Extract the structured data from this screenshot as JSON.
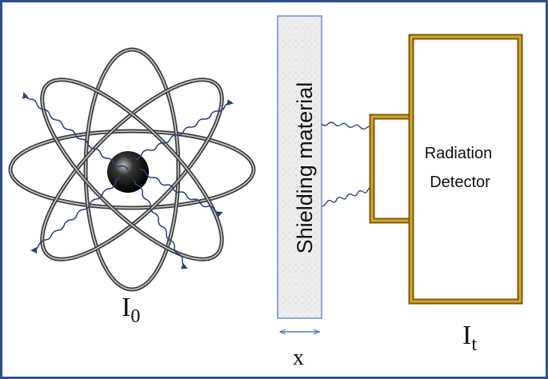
{
  "source": {
    "label": "I",
    "subscript": "0"
  },
  "shield": {
    "label": "Shielding material",
    "thickness_label": "x"
  },
  "detector": {
    "line1": "Radiation",
    "line2": "Detector"
  },
  "transmitted": {
    "label": "I",
    "subscript": "t"
  },
  "colors": {
    "frame": "#2f4f8f",
    "wave": "#2b3f7a",
    "gold": "#b8860b",
    "shield_fill": "#ececec",
    "shield_border": "#6a8fc6",
    "orbit": "#555555",
    "nucleus": "#111111"
  }
}
